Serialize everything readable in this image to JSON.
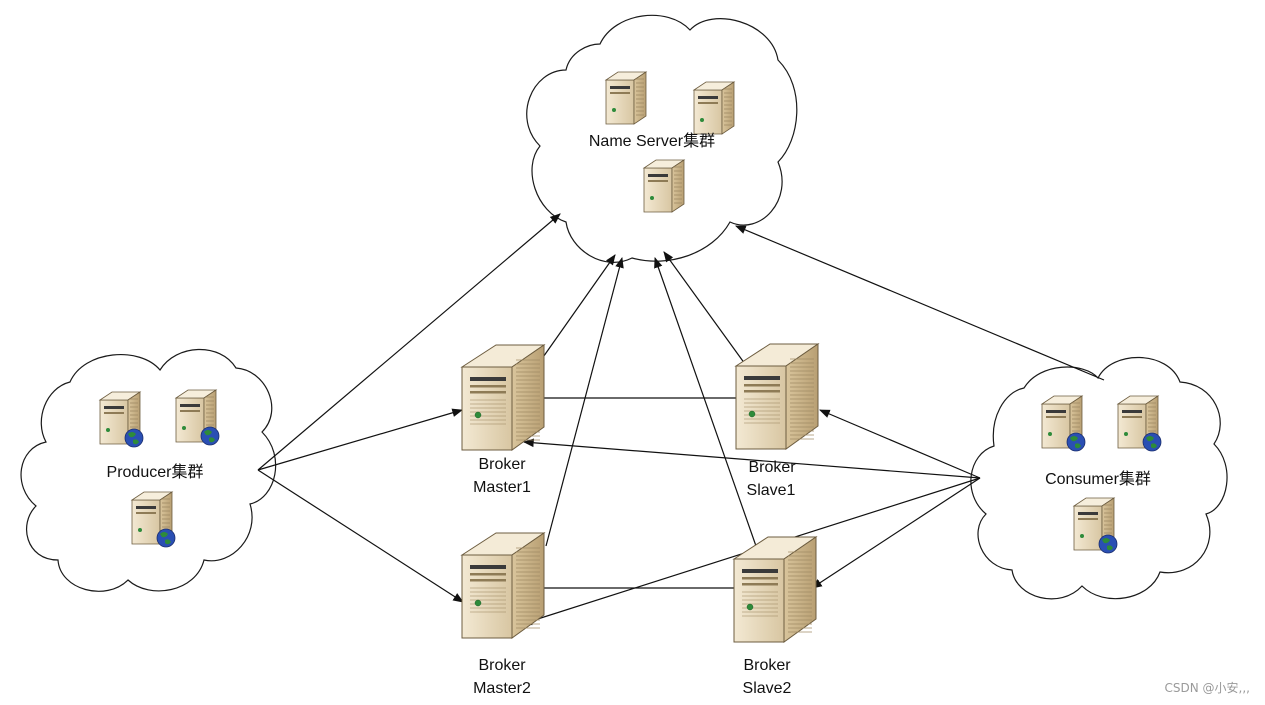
{
  "clusters": {
    "name_server": "Name Server集群",
    "producer": "Producer集群",
    "consumer": "Consumer集群"
  },
  "brokers": {
    "master1": {
      "line1": "Broker",
      "line2": "Master1"
    },
    "slave1": {
      "line1": "Broker",
      "line2": "Slave1"
    },
    "master2": {
      "line1": "Broker",
      "line2": "Master2"
    },
    "slave2": {
      "line1": "Broker",
      "line2": "Slave2"
    }
  },
  "watermark": "CSDN @小安,,,",
  "icons": {
    "small_server": "server-icon",
    "web_server": "web-server-icon",
    "broker_server": "broker-server-icon"
  },
  "colors": {
    "server_body": "#efe3c9",
    "server_shade": "#c9b48a",
    "globe_blue": "#2a4fb3",
    "globe_green": "#2e8b3a",
    "line": "#111111"
  }
}
